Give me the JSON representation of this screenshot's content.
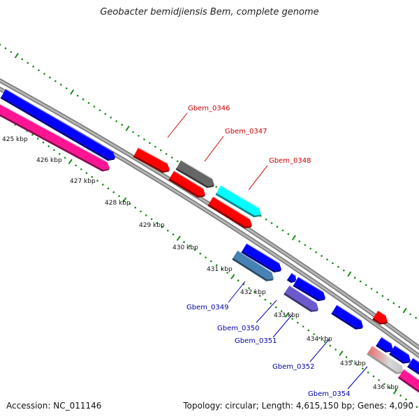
{
  "title": "Geobacter bemidjiensis Bem, complete genome",
  "accession": "Accession: NC_011146",
  "summary": "Topology: circular; Length: 4,615,150 bp; Genes: 4,090",
  "kbp_labels": [
    "425 kbp",
    "426 kbp",
    "427 kbp",
    "428 kbp",
    "429 kbp",
    "430 kbp",
    "431 kbp",
    "432 kbp",
    "433 kbp",
    "434 kbp",
    "435 kbp",
    "436 kbp"
  ],
  "gene_labels": [
    {
      "text": "Gbem_0346",
      "color": "#cc0000"
    },
    {
      "text": "Gbem_0347",
      "color": "#cc0000"
    },
    {
      "text": "Gbem_0348",
      "color": "#cc0000"
    },
    {
      "text": "Gbem_0349",
      "color": "#0000aa"
    },
    {
      "text": "Gbem_0350",
      "color": "#0000aa"
    },
    {
      "text": "Gbem_0351",
      "color": "#0000aa"
    },
    {
      "text": "Gbem_0352",
      "color": "#0000aa"
    },
    {
      "text": "Gbem_0354",
      "color": "#0000aa"
    }
  ],
  "colors": {
    "tick": "#1a8a1a",
    "backbone": "#777777",
    "forward_strand": "#0000ff",
    "reverse_strand": "#ff1493",
    "highlight_red": "#ff0000",
    "highlight_gray": "#666666",
    "highlight_cyan": "#00ffff",
    "steel_blue": "#4682b4",
    "slate_blue": "#6a5acd"
  }
}
